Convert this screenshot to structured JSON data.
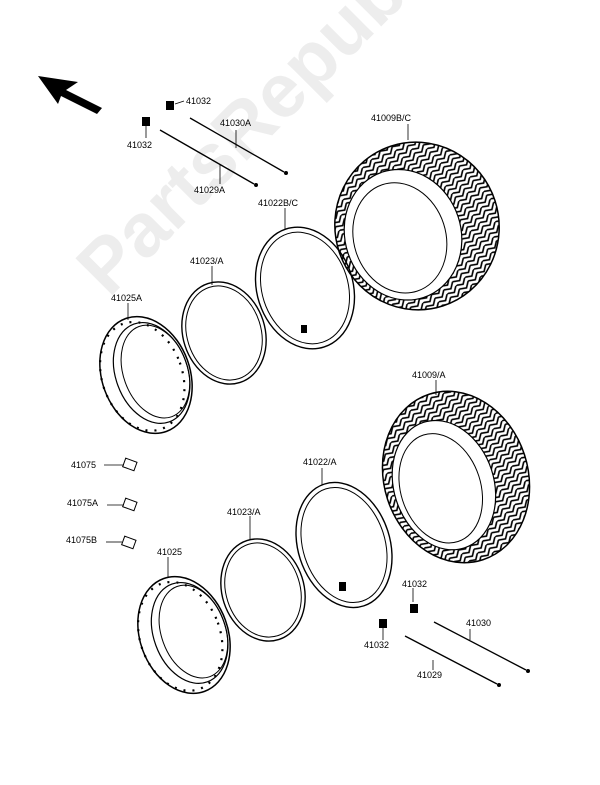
{
  "watermark": "PartsRepublik",
  "labels": {
    "p41032_top": "41032",
    "p41030a": "41030A",
    "p41032_left": "41032",
    "p41029a": "41029A",
    "p41009bc": "41009B/C",
    "p41022bc": "41022B/C",
    "p41023a_top": "41023/A",
    "p41025a": "41025A",
    "p41009a": "41009/A",
    "p41022a": "41022/A",
    "p41075": "41075",
    "p41075a": "41075A",
    "p41075b": "41075B",
    "p41023a_bottom": "41023/A",
    "p41025": "41025",
    "p41032_br1": "41032",
    "p41030": "41030",
    "p41032_br2": "41032",
    "p41029": "41029"
  }
}
